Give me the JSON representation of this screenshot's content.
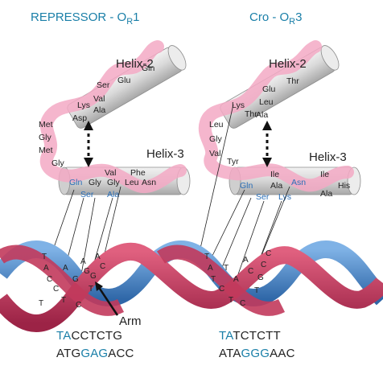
{
  "titles": {
    "left_main": "REPRESSOR - O",
    "left_sub": "R",
    "left_tail": "1",
    "right_main": "Cro - O",
    "right_sub": "R",
    "right_tail": "3"
  },
  "helix_labels": {
    "helix2": "Helix-2",
    "helix3": "Helix-3"
  },
  "repressor": {
    "helix2_residues": [
      "Lys",
      "Asp",
      "Val",
      "Ser",
      "Glu",
      "Gln",
      "Ala"
    ],
    "linker_residues": [
      "Met",
      "Gly",
      "Met",
      "Gly"
    ],
    "helix3_residues": [
      "Val",
      "Phe",
      "Gly",
      "Gly",
      "Leu",
      "Asn"
    ],
    "helix3_contacts": [
      "Gln",
      "Ser",
      "Ala"
    ]
  },
  "cro": {
    "helix2_residues": [
      "Lys",
      "Thr",
      "Leu",
      "Glu",
      "Thr",
      "Ala"
    ],
    "linker_residues": [
      "Leu",
      "Gly",
      "Val",
      "Tyr"
    ],
    "helix3_residues": [
      "Ile",
      "Ile",
      "Ala",
      "Ala",
      "His"
    ],
    "helix3_contacts": [
      "Gln",
      "Asn",
      "Ser",
      "Lys"
    ]
  },
  "dna_bases_left": [
    "T",
    "A",
    "C",
    "C",
    "T",
    "C",
    "T",
    "G",
    "A",
    "G",
    "A",
    "G",
    "A",
    "C",
    "T"
  ],
  "dna_bases_right": [
    "T",
    "A",
    "T",
    "C",
    "T",
    "C",
    "T",
    "G",
    "T",
    "A",
    "A",
    "C",
    "C",
    "C"
  ],
  "arm_label": "Arm",
  "sequences": {
    "left_top": {
      "hl": "TA",
      "rest": "CCTCTG"
    },
    "left_bottom": {
      "a": "ATG",
      "hl": "GAG",
      "b": "ACC"
    },
    "right_top": {
      "hl": "TA",
      "rest": "TCTCTT"
    },
    "right_bottom": {
      "a": "ATA",
      "hl": "GGG",
      "b": "AAC"
    }
  },
  "colors": {
    "title": "#1a7fa8",
    "pink_ribbon": "#f3a9c4",
    "dna_red": "#c23a5c",
    "dna_blue": "#3b7fc4",
    "cylinder": "#d6d6d6",
    "seq_highlight": "#1a7fa8"
  }
}
